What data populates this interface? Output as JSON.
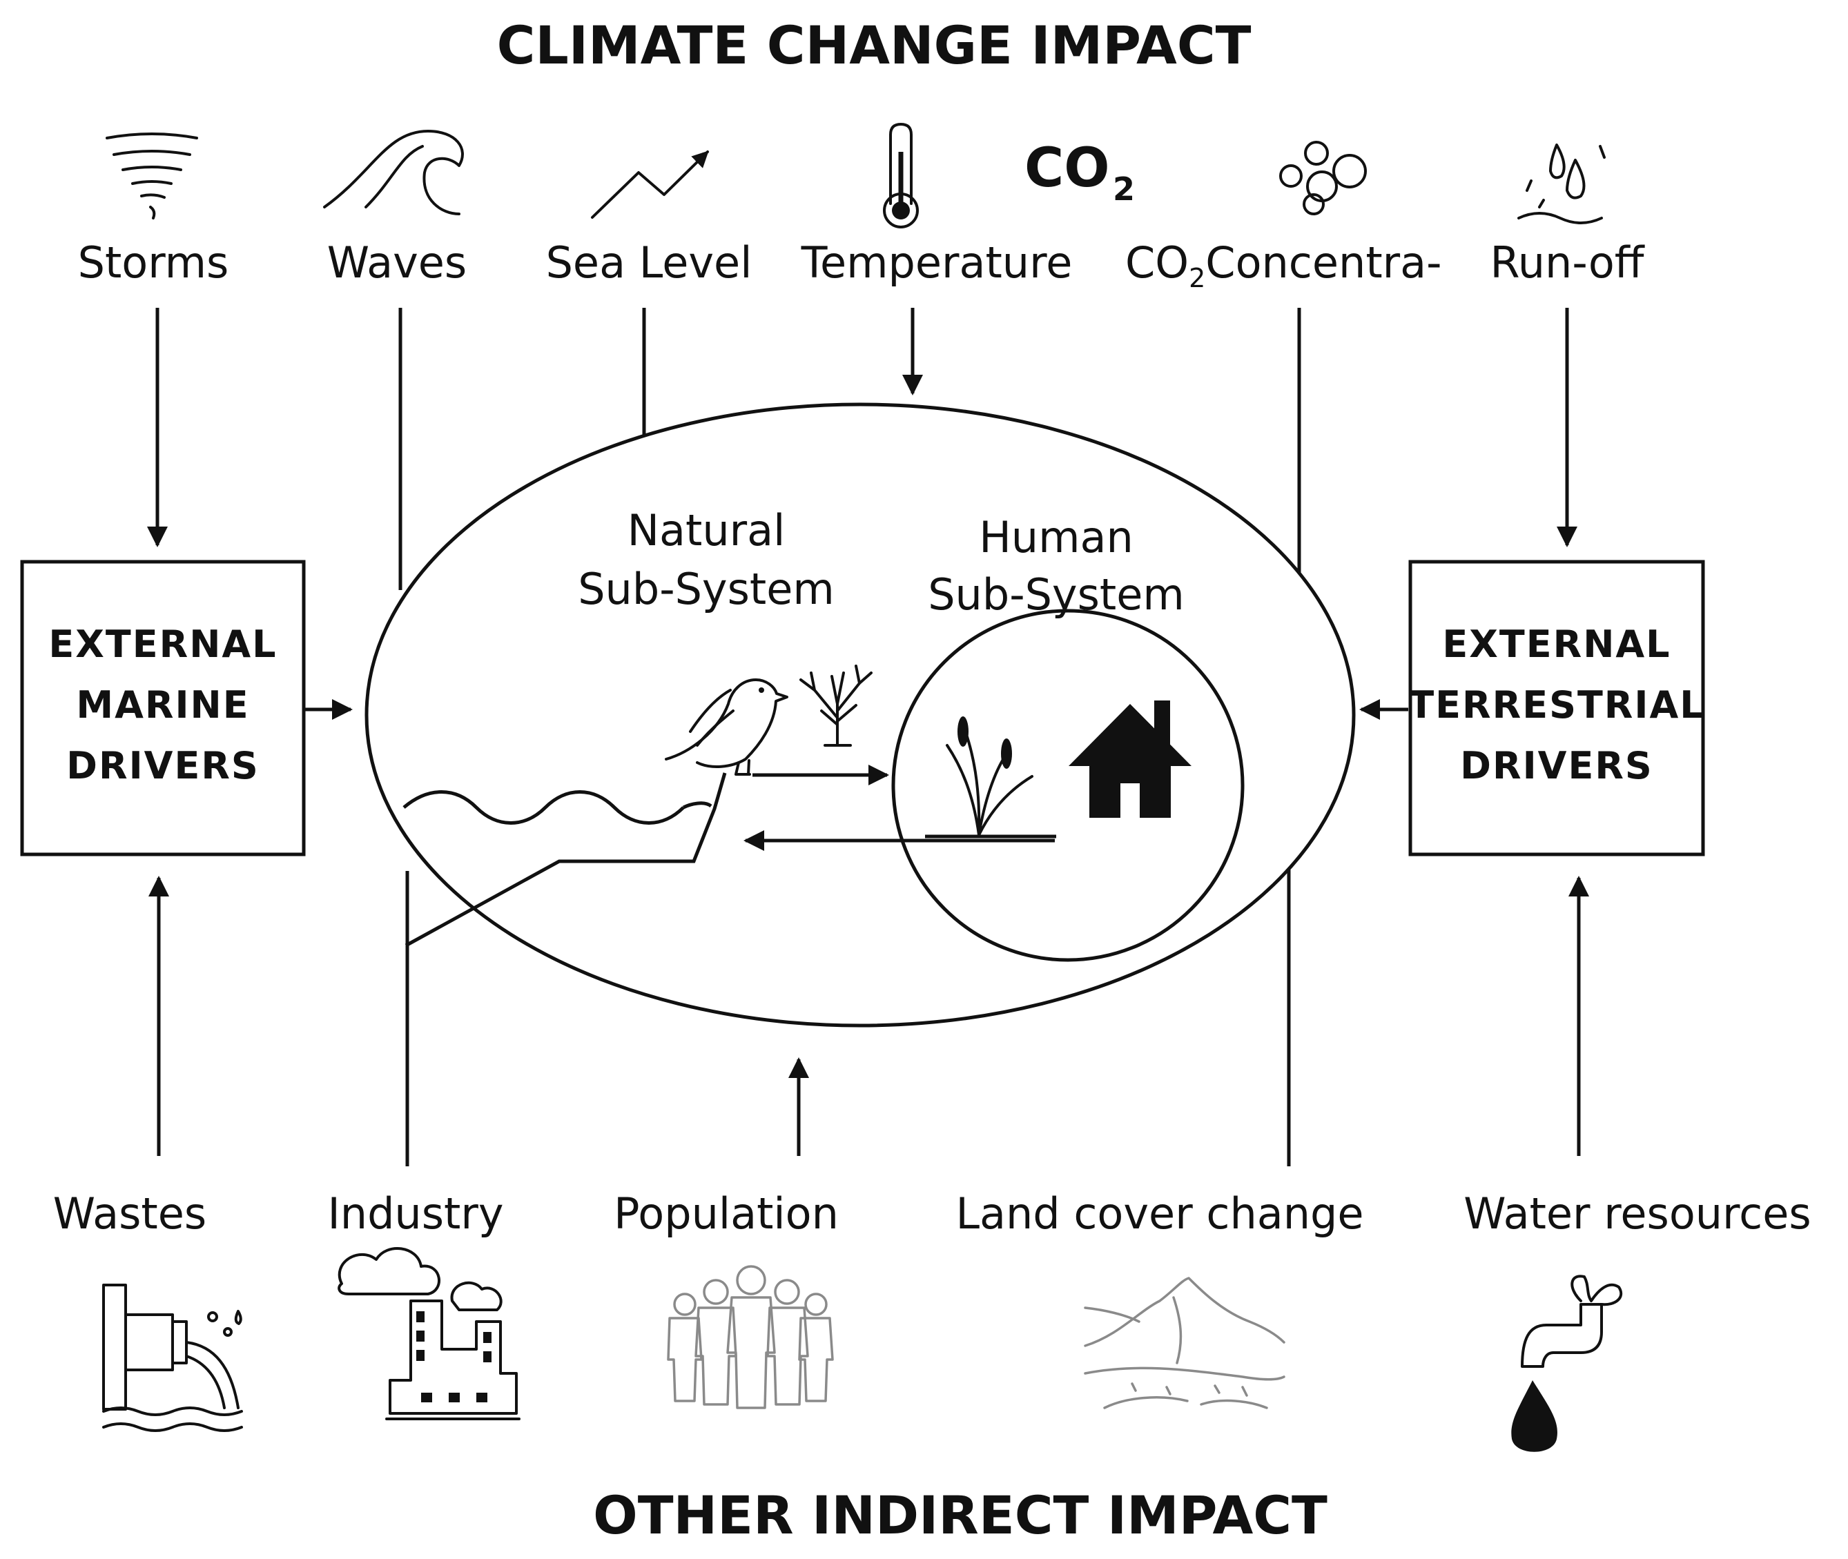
{
  "headings": {
    "top": "CLIMATE CHANGE IMPACT",
    "bottom": "OTHER INDIRECT IMPACT"
  },
  "climate_drivers": {
    "storms": "Storms",
    "waves": "Waves",
    "sea_level": "Sea Level",
    "temperature": "Temperature",
    "co2_prefix": "CO",
    "co2_subscript": "2",
    "co2_rest": "Concentra-",
    "runoff": "Run-off"
  },
  "co2_icon": {
    "main": "CO",
    "subscript": "2"
  },
  "marine_box": {
    "line1": "EXTERNAL",
    "line2": "MARINE",
    "line3": "DRIVERS"
  },
  "terrestrial_box": {
    "line1": "EXTERNAL",
    "line2": "TERRESTRIAL",
    "line3": "DRIVERS"
  },
  "natural_subsystem": {
    "line1": "Natural",
    "line2": "Sub-System"
  },
  "human_subsystem": {
    "line1": "Human",
    "line2": "Sub-System"
  },
  "indirect_drivers": {
    "wastes": "Wastes",
    "industry": "Industry",
    "population": "Population",
    "land_cover": "Land cover change",
    "water": "Water resources"
  },
  "icons": [
    "tornado-icon",
    "wave-icon",
    "trend-up-icon",
    "thermometer-icon",
    "co2-icon",
    "bubbles-icon",
    "rain-drops-icon",
    "bird-icon",
    "tree-icon",
    "reeds-icon",
    "house-icon",
    "waste-pipe-icon",
    "factory-icon",
    "people-icon",
    "mountain-landscape-icon",
    "water-tap-icon"
  ]
}
